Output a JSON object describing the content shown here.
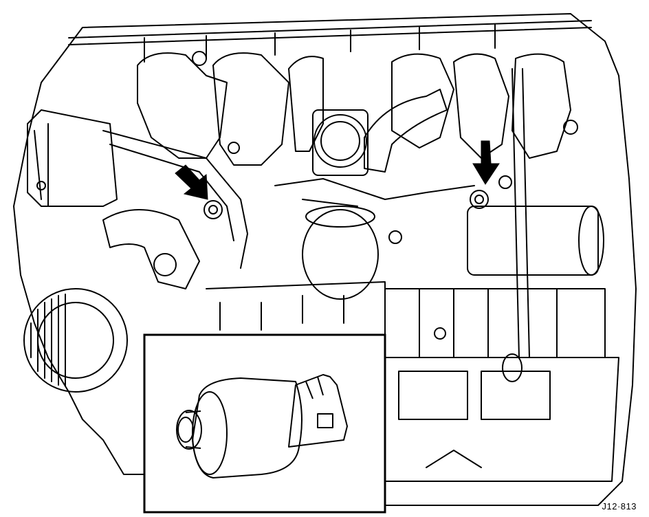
{
  "figure": {
    "reference_code": "J12·813",
    "callouts": [
      {
        "name": "left-sensor-arrow"
      },
      {
        "name": "right-sensor-arrow"
      }
    ],
    "inset": {
      "content": "sensor-detail"
    },
    "colors": {
      "ink": "#000000",
      "paper": "#ffffff"
    }
  }
}
